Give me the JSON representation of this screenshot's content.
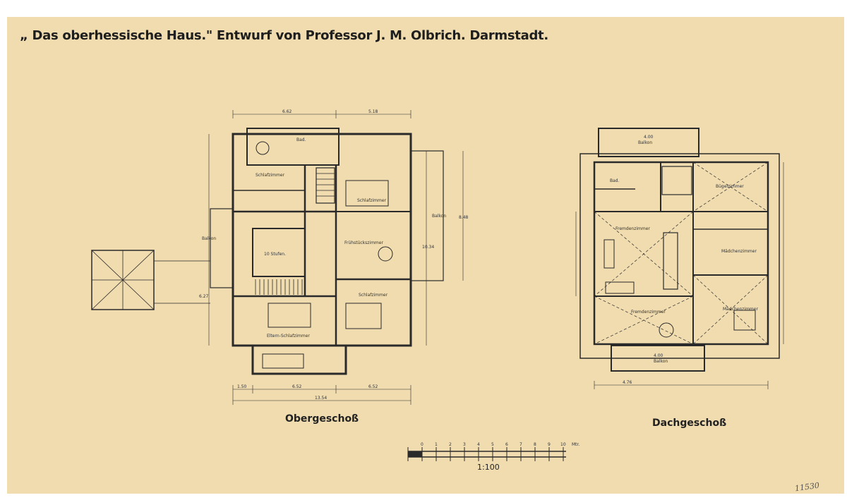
{
  "title": "„ Das oberhessische Haus.\" Entwurf von Professor J. M. Olbrich. Darmstadt.",
  "plans": {
    "upper": {
      "caption": "Obergeschoß",
      "rooms": {
        "bad": "Bad.",
        "schlaf_left": "Schlafzimmer",
        "schlaf_right": "Schlafzimmer",
        "fruehstueck": "Frühstückszimmer",
        "schlaf_lower": "Schlafzimmer",
        "eltern": "Eltern-Schlafzimmer",
        "balkon_left": "Balkon",
        "balkon_right": "Balkon",
        "stairs": "10 Stufen."
      },
      "dims": {
        "top1": "6.62",
        "top2": "5.18",
        "bottom1": "1.50",
        "bottom2": "6.52",
        "bottom3": "6.52",
        "total": "13.54",
        "right_total": "8.48",
        "right_mid": "10.34",
        "side_left": "6.27"
      }
    },
    "attic": {
      "caption": "Dachgeschoß",
      "rooms": {
        "balkon_top": "Balkon",
        "bad": "Bad.",
        "buegel": "Bügelzimmer",
        "fremden_top": "Fremdenzimmer",
        "maedchen_right": "Mädchenzimmer",
        "fremden_bottom": "Fremdenzimmer",
        "maedchen_bottom": "Mädchenzimmer",
        "balkon_bottom": "Balkon"
      },
      "dims": {
        "top": "4.00",
        "bottom": "4.00",
        "base": "4.76"
      }
    }
  },
  "scale": {
    "ticks": [
      "0",
      "1",
      "2",
      "3",
      "4",
      "5",
      "6",
      "7",
      "8",
      "9",
      "10"
    ],
    "unit": "Mtr.",
    "ratio": "1:100"
  },
  "stamp": "11530"
}
